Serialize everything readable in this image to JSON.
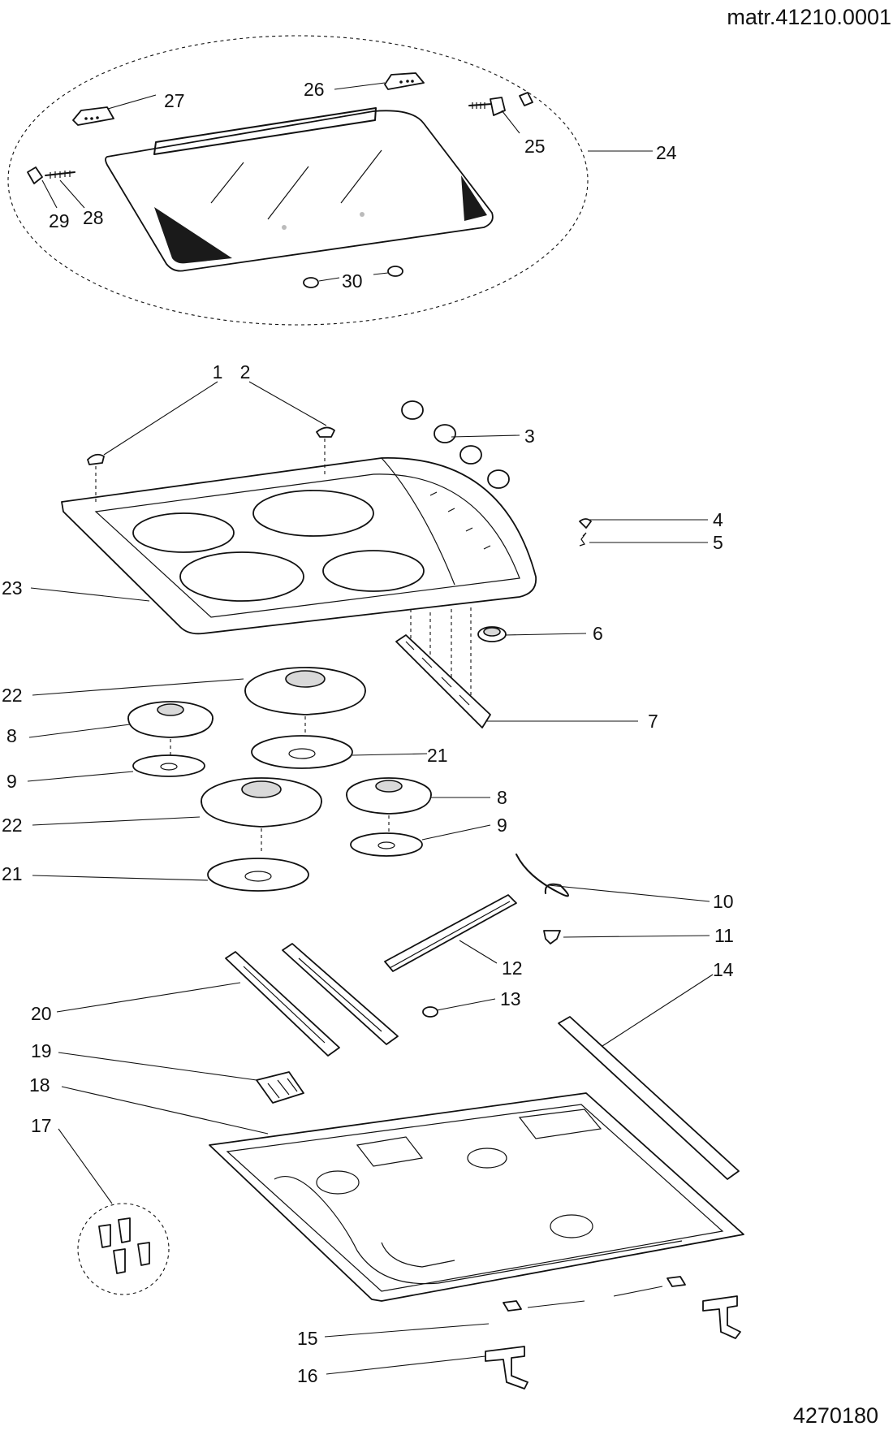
{
  "header": {
    "material_code": "matr.41210.0001"
  },
  "footer": {
    "drawing_number": "4270180"
  },
  "callouts": [
    "1",
    "2",
    "3",
    "4",
    "5",
    "6",
    "7",
    "8",
    "9",
    "10",
    "11",
    "12",
    "13",
    "14",
    "15",
    "16",
    "17",
    "18",
    "19",
    "20",
    "21",
    "22",
    "23",
    "24",
    "25",
    "26",
    "27",
    "28",
    "29",
    "30"
  ]
}
